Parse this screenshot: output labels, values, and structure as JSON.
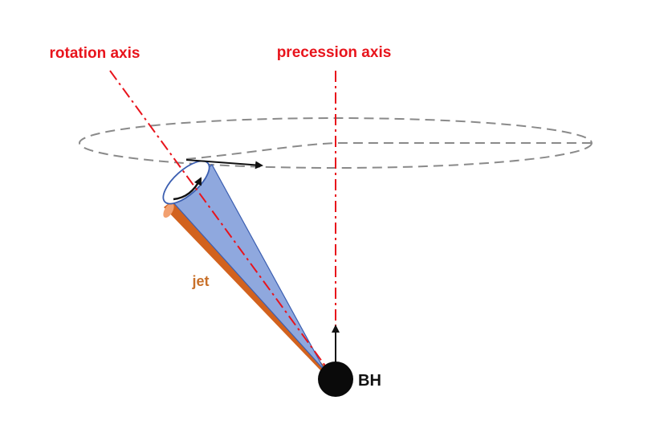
{
  "labels": {
    "rotation_axis": "rotation axis",
    "precession_axis": "precession axis",
    "jet": "jet",
    "black_hole": "BH"
  },
  "colors": {
    "axis": "#e8141c",
    "jet_label": "#c8702a",
    "jet_body": "#d2621e",
    "jet_tip": "#f2a070",
    "cone_fill": "#8fa8de",
    "cone_stroke": "#3b5eb0",
    "ellipse": "#8a8a8a",
    "arrow": "#111111",
    "black_hole": "#0a0a0a"
  }
}
